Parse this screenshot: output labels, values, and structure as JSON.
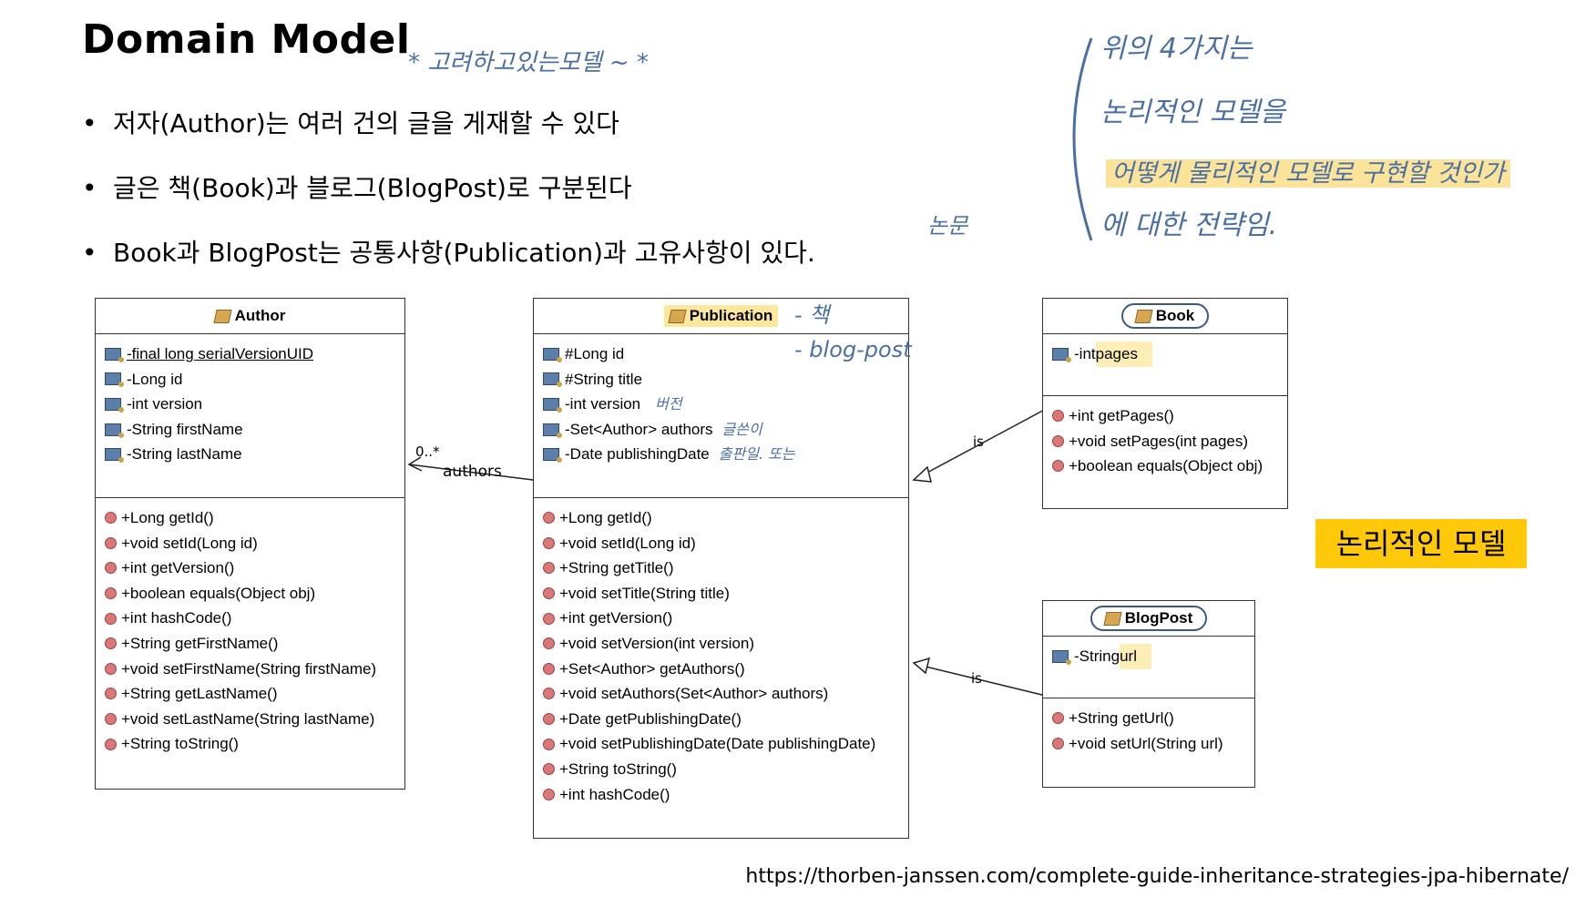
{
  "title": "Domain Model",
  "title_note": "* 고려하고있는모델 ~ *",
  "bullets": [
    "저자(Author)는 여러 건의 글을 게재할 수 있다",
    "글은 책(Book)과 블로그(BlogPost)로 구분된다",
    "Book과 BlogPost는 공통사항(Publication)과 고유사항이 있다."
  ],
  "side_notes": {
    "line1": "위의 4가지는",
    "line2": "논리적인 모델을",
    "line3": "어떻게 물리적인 모델로 구현할 것인가",
    "line4": "에 대한 전략임.",
    "nonmun": "논문"
  },
  "logical_model_label": "논리적인 모델",
  "source_url": "https://thorben-janssen.com/complete-guide-inheritance-strategies-jpa-hibernate/",
  "colors": {
    "accent_yellow": "#ffc90a",
    "highlight": "#fbe49a",
    "handwriting": "#4a6fa5"
  },
  "diagram": {
    "author": {
      "name": "Author",
      "fields": [
        "-final long serialVersionUID",
        "-Long id",
        "-int version",
        "-String firstName",
        "-String lastName"
      ],
      "methods": [
        "+Long getId()",
        "+void setId(Long id)",
        "+int getVersion()",
        "+boolean equals(Object obj)",
        "+int hashCode()",
        "+String getFirstName()",
        "+void setFirstName(String firstName)",
        "+String getLastName()",
        "+void setLastName(String lastName)",
        "+String toString()"
      ]
    },
    "publication": {
      "name": "Publication",
      "fields": [
        "#Long id",
        "#String title",
        "-int version",
        "-Set<Author> authors",
        "-Date publishingDate"
      ],
      "methods": [
        "+Long getId()",
        "+void setId(Long id)",
        "+String getTitle()",
        "+void setTitle(String title)",
        "+int getVersion()",
        "+void setVersion(int version)",
        "+Set<Author> getAuthors()",
        "+void setAuthors(Set<Author> authors)",
        "+Date getPublishingDate()",
        "+void setPublishingDate(Date publishingDate)",
        "+String toString()",
        "+int hashCode()"
      ],
      "notes": {
        "name": "- 책",
        "name2": "- blog-post",
        "version": "버전",
        "authors": "글쓴이",
        "date": "출판일. 또는"
      }
    },
    "book": {
      "name": "Book",
      "field_prefix": "-int ",
      "field_name": "pages",
      "methods": [
        "+int getPages()",
        "+void setPages(int pages)",
        "+boolean equals(Object obj)"
      ]
    },
    "blogpost": {
      "name": "BlogPost",
      "field_prefix": "-String ",
      "field_name": "url",
      "methods": [
        "+String getUrl()",
        "+void setUrl(String url)"
      ]
    },
    "assoc": {
      "multiplicity": "0..*",
      "role": "authors",
      "is_book": "is",
      "is_blog": "is"
    }
  }
}
